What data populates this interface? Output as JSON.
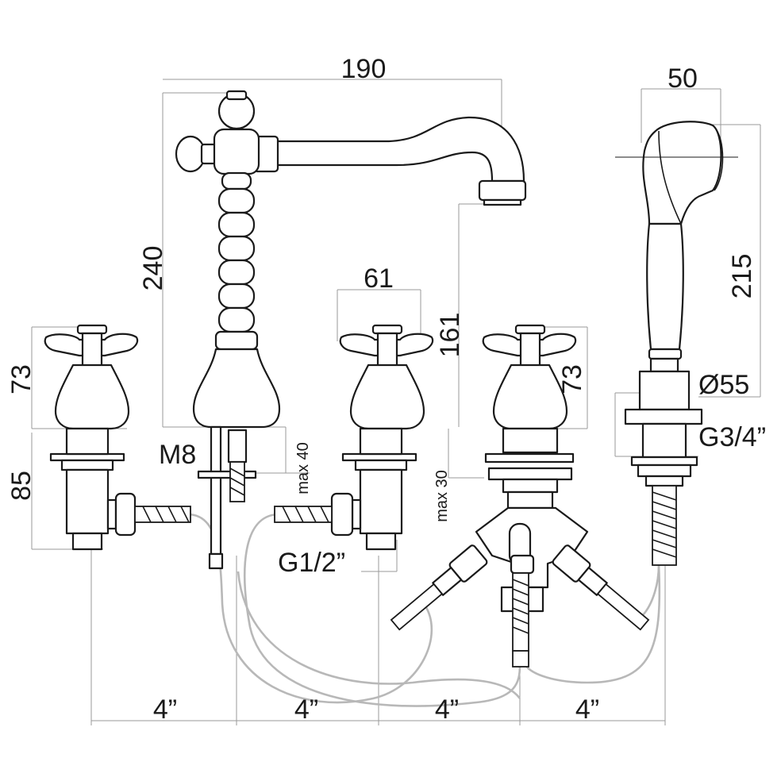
{
  "title": "Three-hole bath mixer with hand shower - dimensional drawing",
  "dimensions": {
    "spout_reach": "190",
    "handshower_width": "50",
    "spout_height": "240",
    "handle_spread": "61",
    "outlet_height": "161",
    "handle_height_left": "73",
    "handle_height_right": "73",
    "valve_body_height": "85",
    "handshower_length": "215",
    "holder_diameter": "Ø55",
    "holder_thread": "G3/4”",
    "spout_stud": "M8",
    "max_deck_spout": "max 40",
    "max_deck_diverter": "max 30",
    "inlet_thread": "G1/2”",
    "spacing": [
      "4”",
      "4”",
      "4”",
      "4”"
    ]
  }
}
